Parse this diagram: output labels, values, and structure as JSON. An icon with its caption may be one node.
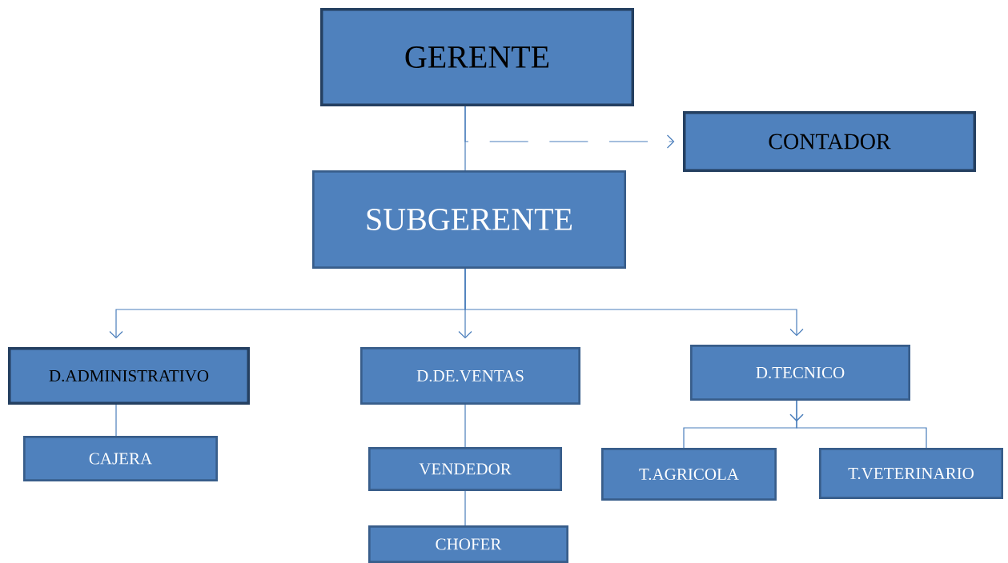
{
  "diagram": {
    "nodes": [
      {
        "text": [
          "GERENTE"
        ]
      },
      {
        "text": [
          "CONTADOR"
        ]
      },
      {
        "text": [
          "SUBGERENTE"
        ]
      },
      {
        "text": [
          "D.ADMINISTRATIVO"
        ]
      },
      {
        "text": [
          "D.DE.VENTAS"
        ]
      },
      {
        "text": [
          "D.TECNICO"
        ]
      },
      {
        "text": [
          "CAJERA"
        ]
      },
      {
        "text": [
          "VENDEDOR"
        ]
      },
      {
        "text": [
          "CHOFER"
        ]
      },
      {
        "text": [
          "T.AGRICOLA"
        ]
      },
      {
        "text": [
          "T.VETERINARIO"
        ]
      }
    ],
    "edges": [
      {
        "from": 0,
        "to": 2,
        "arrow": "none"
      },
      {
        "from": 0,
        "to": 1,
        "arrow": "to",
        "style": "dashed"
      },
      {
        "from": 2,
        "to": 3,
        "arrow": "to"
      },
      {
        "from": 2,
        "to": 4,
        "arrow": "to"
      },
      {
        "from": 2,
        "to": 5,
        "arrow": "to"
      },
      {
        "from": 3,
        "to": 6,
        "arrow": "none"
      },
      {
        "from": 4,
        "to": 7,
        "arrow": "none"
      },
      {
        "from": 7,
        "to": 8,
        "arrow": "none"
      },
      {
        "from": 5,
        "to": 9,
        "arrow": "to"
      },
      {
        "from": 5,
        "to": 10,
        "arrow": "to"
      }
    ]
  }
}
